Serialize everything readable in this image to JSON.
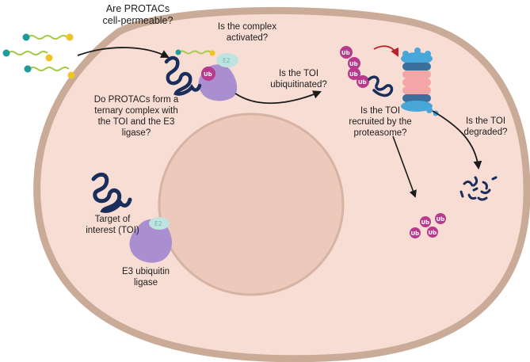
{
  "colors": {
    "cell_fill": "#f8ddd4",
    "cell_border": "#c9ab98",
    "nucleus_fill": "#ecc9bb",
    "nucleus_border": "#d6b3a3",
    "e3_ligase": "#a98fd0",
    "e2": "#bfe3e0",
    "ubiquitin": "#b73a8c",
    "protein_toi": "#1a2e5c",
    "protac_linker": "#a5c94a",
    "protac_head_a": "#1f9b98",
    "protac_head_b": "#f0c428",
    "proteasome_cap": "#49a6d8",
    "proteasome_ring_a": "#f2a6a6",
    "proteasome_ring_b": "#3c6f9c",
    "arrow_dark": "#1b1b1b",
    "arrow_red": "#b8202a"
  },
  "labels": {
    "q_permeable": "Are PROTACs\ncell-permeable?",
    "q_activated": "Is the complex\nactivated?",
    "q_ubiquitinated": "Is the TOI\nubiquitinated?",
    "q_ternary": "Do PROTACs form a\nternary complex with\nthe TOI and the E3\nligase?",
    "q_recruited": "Is the  TOI\nrecruited by the\nproteasome?",
    "q_degraded": "Is the  TOI\ndegraded?",
    "legend_toi": "Target of\ninterest (TOI)",
    "legend_e3": "E3 ubiquitin\nligase"
  },
  "chips": {
    "ub": "Ub",
    "e2": "E2"
  },
  "icons": [
    "protac-molecule-icon",
    "toi-protein-icon",
    "e3-ligase-icon",
    "e2-enzyme-icon",
    "ubiquitin-icon",
    "proteasome-icon",
    "degraded-fragments-icon"
  ]
}
